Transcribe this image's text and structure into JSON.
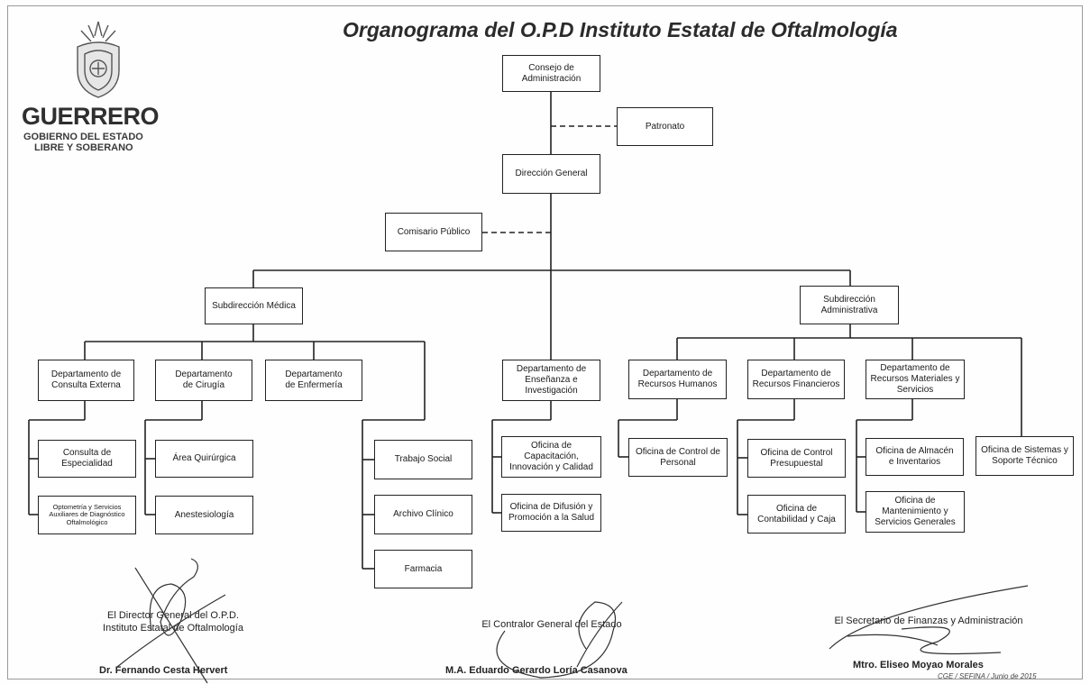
{
  "title": "Organograma del O.P.D Instituto Estatal de Oftalmología",
  "logo": {
    "name": "GUERRERO",
    "line1": "GOBIERNO DEL ESTADO",
    "line2": "LIBRE Y SOBERANO"
  },
  "nodes": {
    "consejo": "Consejo de\nAdministración",
    "patronato": "Patronato",
    "direccion": "Dirección General",
    "comisario": "Comisario Público",
    "sub_medica": "Subdirección Médica",
    "sub_admin": "Subdirección\nAdministrativa",
    "dep_consulta": "Departamento de\nConsulta Externa",
    "dep_cirugia": "Departamento\nde Cirugía",
    "dep_enfermeria": "Departamento\nde Enfermería",
    "dep_ensenanza": "Departamento de\nEnseñanza e\nInvestigación",
    "dep_rh": "Departamento de\nRecursos Humanos",
    "dep_rf": "Departamento de\nRecursos Financieros",
    "dep_rm": "Departamento de\nRecursos Materiales y\nServicios",
    "consulta_esp": "Consulta de\nEspecialidad",
    "optometria": "Optometría y Servicios\nAuxiliares de Diagnóstico\nOftalmológico",
    "area_quirurgica": "Área Quirúrgica",
    "anestesiologia": "Anestesiología",
    "trabajo_social": "Trabajo Social",
    "archivo_clinico": "Archivo Clínico",
    "farmacia": "Farmacia",
    "of_capacitacion": "Oficina de\nCapacitación,\nInnovación y Calidad",
    "of_difusion": "Oficina de Difusión y\nPromoción a la Salud",
    "of_control_personal": "Oficina de Control de\nPersonal",
    "of_control_presupuestal": "Oficina de Control\nPresupuestal",
    "of_contabilidad": "Oficina de\nContabilidad y Caja",
    "of_almacen": "Oficina de Almacén\ne Inventarios",
    "of_mantenimiento": "Oficina de\nMantenimiento y\nServicios Generales",
    "of_sistemas": "Oficina de Sistemas y\nSoporte Técnico"
  },
  "signatures": {
    "director_role": "El Director General del O.P.D.\nInstituto Estatal de Oftalmología",
    "director_name": "Dr. Fernando Cesta Hervert",
    "contralor_role": "El Contralor General del Estado",
    "contralor_name": "M.A. Eduardo Gerardo Loría Casanova",
    "secretario_role": "El Secretario de Finanzas y Administración",
    "secretario_name": "Mtro. Eliseo Moyao Morales"
  },
  "footer": "CGE / SEFINA / Junio de 2015"
}
